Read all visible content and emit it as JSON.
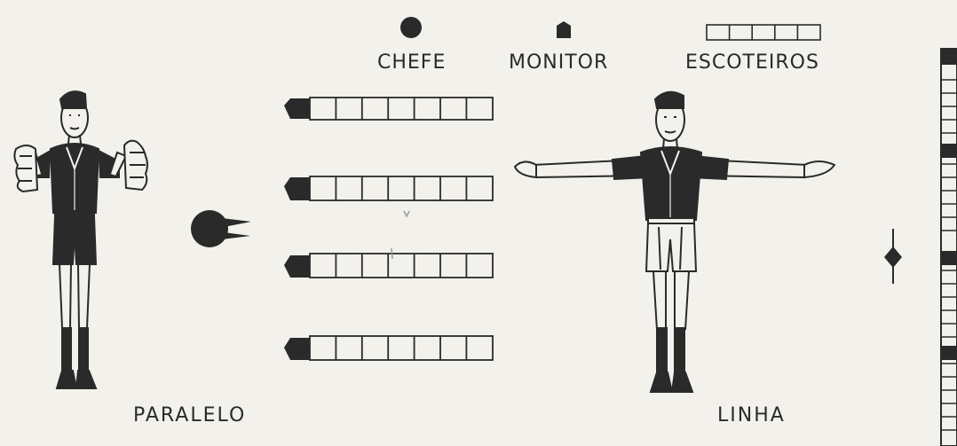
{
  "legend": {
    "chefe": "CHEFE",
    "monitor": "MONITOR",
    "escoteiros": "ESCOTEIROS"
  },
  "formations": [
    {
      "caption": "PARALELO",
      "patrols": 4,
      "scouts_per_patrol": 7
    },
    {
      "caption": "LINHA"
    }
  ],
  "colors": {
    "ink": "#2a2a2a",
    "paper": "#f2f1ec"
  }
}
